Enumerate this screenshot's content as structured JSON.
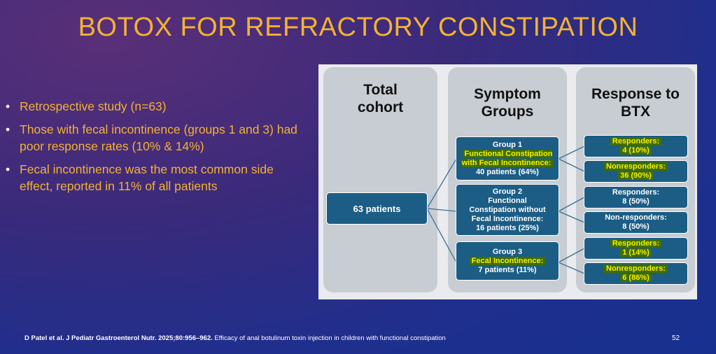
{
  "title": "BOTOX FOR REFRACTORY CONSTIPATION",
  "bullets": [
    "Retrospective study (n=63)",
    "Those with fecal incontinence (groups 1 and 3) had poor response rates (10% & 14%)",
    "Fecal incontinence was the most common side effect, reported in 11% of all patients"
  ],
  "diagram": {
    "col_total": "Total cohort",
    "col_groups": "Symptom Groups",
    "col_response": "Response to BTX",
    "total": "63 patients",
    "groups": [
      {
        "name": "Group 1",
        "desc": "Functional Constipation with Fecal Incontinence:",
        "count": "40 patients (64%)"
      },
      {
        "name": "Group 2",
        "desc": "Functional Constipation without Fecal Incontinence:",
        "count": "16 patients (25%)"
      },
      {
        "name": "Group 3",
        "desc": "Fecal Incontinence:",
        "count": "7 patients (11%)"
      }
    ],
    "responses": [
      {
        "label": "Responders:",
        "value": "4 (10%)"
      },
      {
        "label": "Nonresponders:",
        "value": "36 (90%)"
      },
      {
        "label": "Responders:",
        "value": "8 (50%)"
      },
      {
        "label": "Non-responders:",
        "value": "8 (50%)"
      },
      {
        "label": "Responders:",
        "value": "1 (14%)"
      },
      {
        "label": "Nonresponders:",
        "value": "6 (86%)"
      }
    ]
  },
  "citation": {
    "bold": "D Patel et al. J Pediatr Gastroenterol Nutr. 2025;80:956–962.",
    "text": " Efficacy of anal botulinum toxin injection in children with functional constipation"
  },
  "page_number": "52"
}
